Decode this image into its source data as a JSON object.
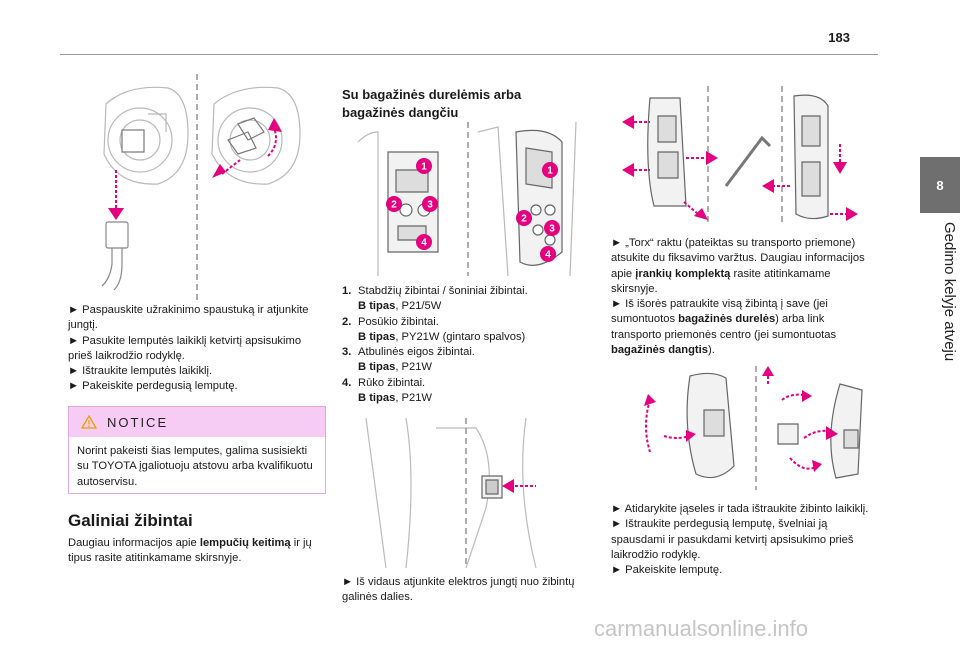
{
  "header": {
    "page_number": "183"
  },
  "side_tab": {
    "chapter_number": "8",
    "chapter_title": "Gedimo kelyje atveju"
  },
  "colors": {
    "accent": "#e4007f",
    "notice_fill": "#f7ccf4",
    "tab_gray": "#6f6f70"
  },
  "col1": {
    "steps": [
      "► Paspauskite užrakinimo spaustuką ir atjunkite jungtį.",
      "► Pasukite lemputės laikiklį ketvirtį apsisukimo prieš laikrodžio rodyklę.",
      "► Ištraukite lemputės laikiklį.",
      "► Pakeiskite perdegusią lemputę."
    ],
    "notice": {
      "title": "NOTICE",
      "icon": "warning-triangle-icon",
      "text": "Norint pakeisti šias lemputes, galima susisiekti su TOYOTA įgaliotuoju atstovu arba kvalifikuotu autoservisu."
    },
    "section_title": "Galiniai žibintai",
    "section_intro_1": "Daugiau informacijos apie ",
    "section_intro_bold": "lempučių keitimą",
    "section_intro_2": " ir jų tipus rasite atitinkamame skirsnyje."
  },
  "col2": {
    "subheading": "Su bagažinės durelėmis arba bagažinės dangčiu",
    "figure_callouts": [
      "1",
      "2",
      "3",
      "4"
    ],
    "bulbs": [
      {
        "num": "1.",
        "name": "Stabdžių žibintai / šoniniai žibintai.",
        "type_label": "B tipas",
        "type_value": ", P21/5W"
      },
      {
        "num": "2.",
        "name": "Posūkio žibintai.",
        "type_label": "B tipas",
        "type_value": ", PY21W (gintaro spalvos)"
      },
      {
        "num": "3.",
        "name": "Atbulinės eigos žibintai.",
        "type_label": "B tipas",
        "type_value": ", P21W"
      },
      {
        "num": "4.",
        "name": "Rūko žibintai.",
        "type_label": "B tipas",
        "type_value": ", P21W"
      }
    ],
    "step_bottom": "► Iš vidaus atjunkite elektros jungtį nuo žibintų galinės dalies."
  },
  "col3": {
    "step_a_1": "► „Torx“ raktu (pateiktas su transporto priemone) atsukite du fiksavimo varžtus. Daugiau informacijos apie ",
    "step_a_bold": "įrankių komplektą",
    "step_a_2": " rasite atitinkamame skirsnyje.",
    "step_b_1": "► Iš išorės patraukite visą žibintą į save (jei sumontuotos ",
    "step_b_bold1": "bagažinės durelės",
    "step_b_2": ") arba link transporto priemonės centro (jei sumontuotas ",
    "step_b_bold2": "bagažinės dangtis",
    "step_b_3": ").",
    "steps_bottom": [
      "► Atidarykite įąseles ir tada ištraukite žibinto laikiklį.",
      "► Ištraukite perdegusią lemputę, švelniai ją spausdami ir pasukdami ketvirtį apsisukimo prieš laikrodžio rodyklę.",
      "► Pakeiskite lemputę."
    ]
  },
  "watermark": "carmanualsonline.info"
}
